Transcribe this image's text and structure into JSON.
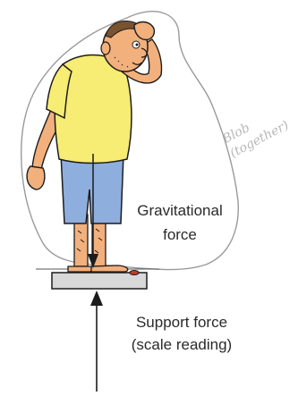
{
  "labels": {
    "gravitational_line1": "Gravitational",
    "gravitational_line2": "force",
    "support_line1": "Support force",
    "support_line2": "(scale reading)"
  },
  "annotation": {
    "blob_line1": "Blob",
    "blob_line2": "(together)"
  },
  "colors": {
    "skin": "#f2b07c",
    "shirt": "#f7ec74",
    "shorts": "#8eaede",
    "scale": "#d8d8d8",
    "ink": "#1c1c1c",
    "pencil": "#9a9a9a",
    "pencil_text": "#b8b8b8"
  }
}
